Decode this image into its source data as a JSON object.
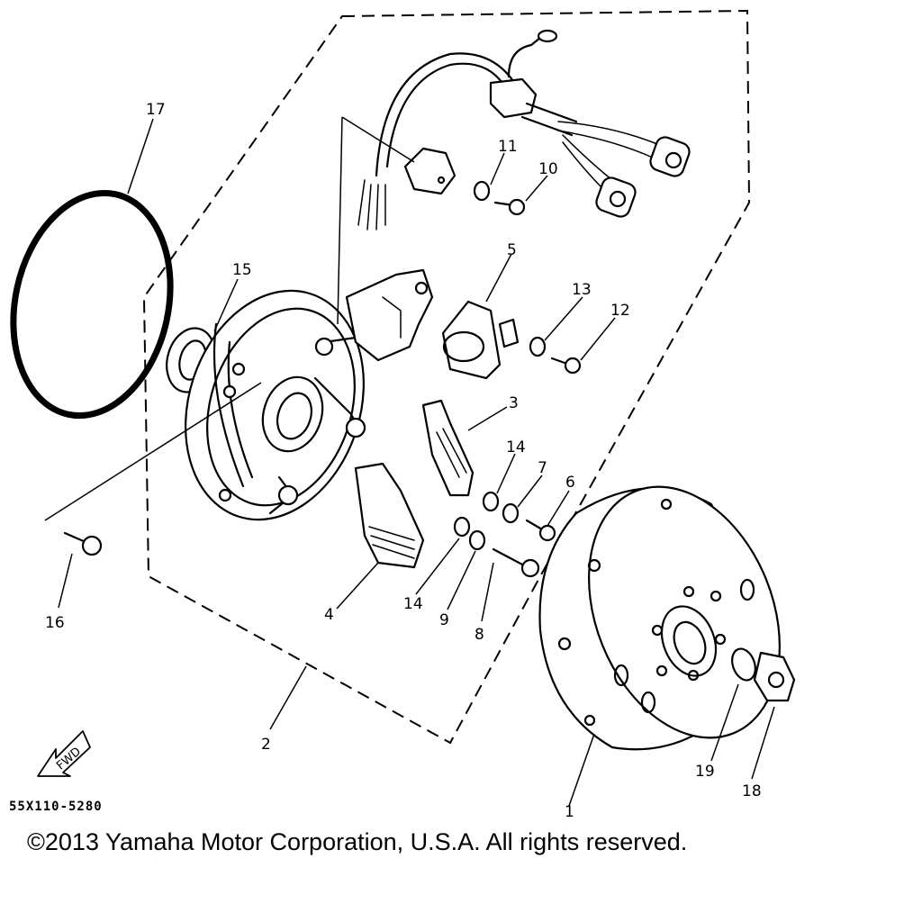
{
  "diagram": {
    "callouts": {
      "c1": "1",
      "c2": "2",
      "c3": "3",
      "c4": "4",
      "c5": "5",
      "c6": "6",
      "c7": "7",
      "c8": "8",
      "c9": "9",
      "c10": "10",
      "c11": "11",
      "c12": "12",
      "c13": "13",
      "c14a": "14",
      "c14b": "14",
      "c15": "15",
      "c16": "16",
      "c17": "17",
      "c18": "18",
      "c19": "19"
    },
    "fwd_label": "FWD",
    "drawing_code": "55X110-5280",
    "copyright": "©2013 Yamaha Motor Corporation, U.S.A. All rights reserved."
  }
}
